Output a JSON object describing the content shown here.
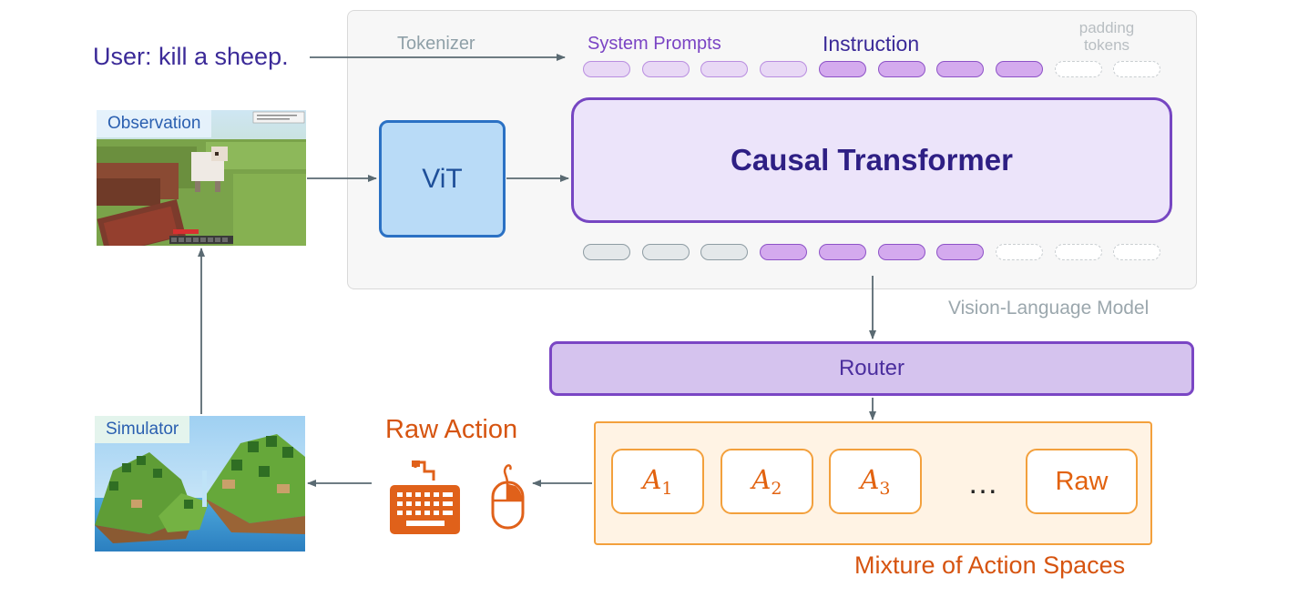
{
  "user_prompt": "User: kill a sheep.",
  "labels": {
    "tokenizer": "Tokenizer",
    "system_prompts": "System Prompts",
    "instruction": "Instruction",
    "padding_tokens_line1": "padding",
    "padding_tokens_line2": "tokens",
    "vit": "ViT",
    "causal_transformer": "Causal Transformer",
    "vision_language_model": "Vision-Language Model",
    "router": "Router",
    "raw_action": "Raw Action",
    "mixture_of_action_spaces": "Mixture of Action Spaces",
    "observation": "Observation",
    "simulator": "Simulator"
  },
  "action_spaces": [
    {
      "symbol": "A",
      "subscript": "1"
    },
    {
      "symbol": "A",
      "subscript": "2"
    },
    {
      "symbol": "A",
      "subscript": "3"
    }
  ],
  "ellipsis": "…",
  "raw_label": "Raw",
  "token_rows": {
    "input": [
      "system",
      "system",
      "system",
      "system",
      "instruction",
      "instruction",
      "instruction",
      "instruction",
      "padding",
      "padding"
    ],
    "output": [
      "vision",
      "vision",
      "vision",
      "instruction",
      "instruction",
      "instruction",
      "instruction",
      "padding",
      "padding",
      "padding"
    ]
  },
  "colors": {
    "purple_accent": "#7646c2",
    "vit_blue": "#2b71c4",
    "orange_accent": "#f3a03c",
    "raw_action_orange": "#d65410",
    "arrow_gray": "#5a6a72"
  },
  "icons": [
    "keyboard-icon",
    "mouse-icon"
  ]
}
